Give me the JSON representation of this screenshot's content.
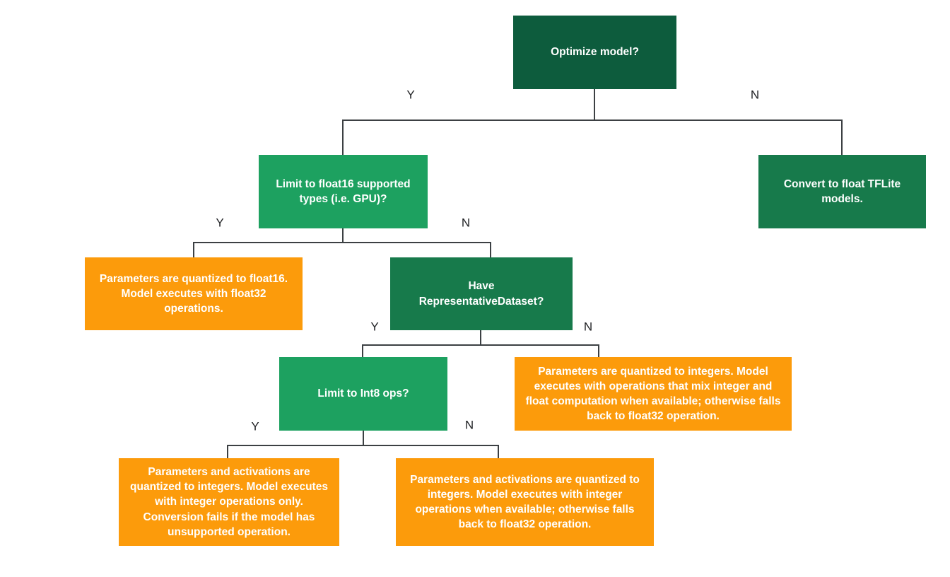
{
  "colors": {
    "dark_green": "#0d5c3d",
    "green": "#177a4b",
    "light_green": "#1da160",
    "orange": "#fc9b0b",
    "line": "#3c4043",
    "edge_label": "#1f2023",
    "box_text": "#ffffff"
  },
  "nodes": {
    "optimize": {
      "text": "Optimize model?"
    },
    "limit_float16": {
      "text": "Limit to float16 supported types (i.e. GPU)?"
    },
    "convert_float": {
      "text": "Convert to float TFLite models."
    },
    "quantize_float16_result": {
      "text": "Parameters are quantized to float16. Model executes with float32 operations."
    },
    "have_representative_dataset": {
      "text": "Have RepresentativeDataset?"
    },
    "limit_int8": {
      "text": "Limit to Int8 ops?"
    },
    "mixed_integer_result": {
      "text": "Parameters are quantized to integers. Model executes with operations that mix integer and float computation when available; otherwise falls back to float32 operation."
    },
    "integer_only_result": {
      "text": "Parameters and activations are quantized to integers. Model executes with integer operations only. Conversion fails if the model has unsupported operation."
    },
    "integer_fallback_result": {
      "text": "Parameters and activations are quantized to integers. Model executes with integer operations when available; otherwise falls back to float32 operation."
    }
  },
  "edge_labels": {
    "optimize_y": "Y",
    "optimize_n": "N",
    "limit_float16_y": "Y",
    "limit_float16_n": "N",
    "have_dataset_y": "Y",
    "have_dataset_n": "N",
    "limit_int8_y": "Y",
    "limit_int8_n": "N"
  }
}
